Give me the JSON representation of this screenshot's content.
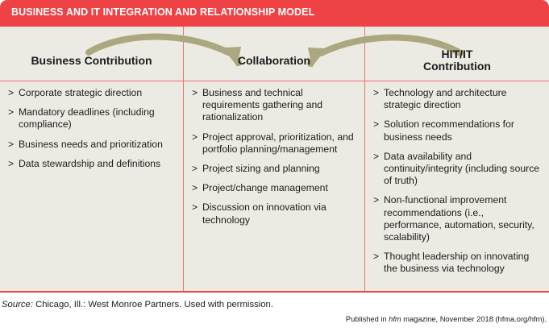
{
  "header": {
    "title": "BUSINESS AND IT INTEGRATION AND RELATIONSHIP MODEL",
    "bar_color": "#EE4244"
  },
  "theme": {
    "background": "#ECEBE3",
    "rule_color": "#F07174",
    "arrow_color": "#ABA77E",
    "text_color": "#1B1B1B"
  },
  "columns": [
    {
      "heading": "Business Contribution",
      "items": [
        "Corporate strategic direction",
        "Mandatory deadlines (including compliance)",
        "Business needs and prioritization",
        "Data stewardship and definitions"
      ]
    },
    {
      "heading": "Collaboration",
      "items": [
        "Business and technical requirements gathering and rationalization",
        "Project approval, prioritization, and portfolio planning/management",
        "Project sizing and planning",
        "Project/change management",
        "Discussion on innovation via technology"
      ]
    },
    {
      "heading": "HIT/IT Contribution",
      "heading_line1": "HIT/IT",
      "heading_line2": "Contribution",
      "items": [
        "Technology and architecture strategic direction",
        "Solution recommendations for business needs",
        "Data availability and continuity/integrity (including source of truth)",
        "Non-functional improvement recommendations (i.e., performance, automation, security, scalability)",
        "Thought leadership on innovating the business via technology"
      ]
    }
  ],
  "bullet_marker": ">",
  "arrows": [
    {
      "name": "arrow-left-to-center",
      "direction": "right"
    },
    {
      "name": "arrow-right-to-center",
      "direction": "left"
    }
  ],
  "footer": {
    "source_label": "Source:",
    "source_text": " Chicago, Ill.: West Monroe Partners. Used with permission.",
    "published_prefix": "Published in ",
    "published_italic": "hfm",
    "published_suffix": " magazine, November 2018 (hfma.org/hfm)."
  }
}
